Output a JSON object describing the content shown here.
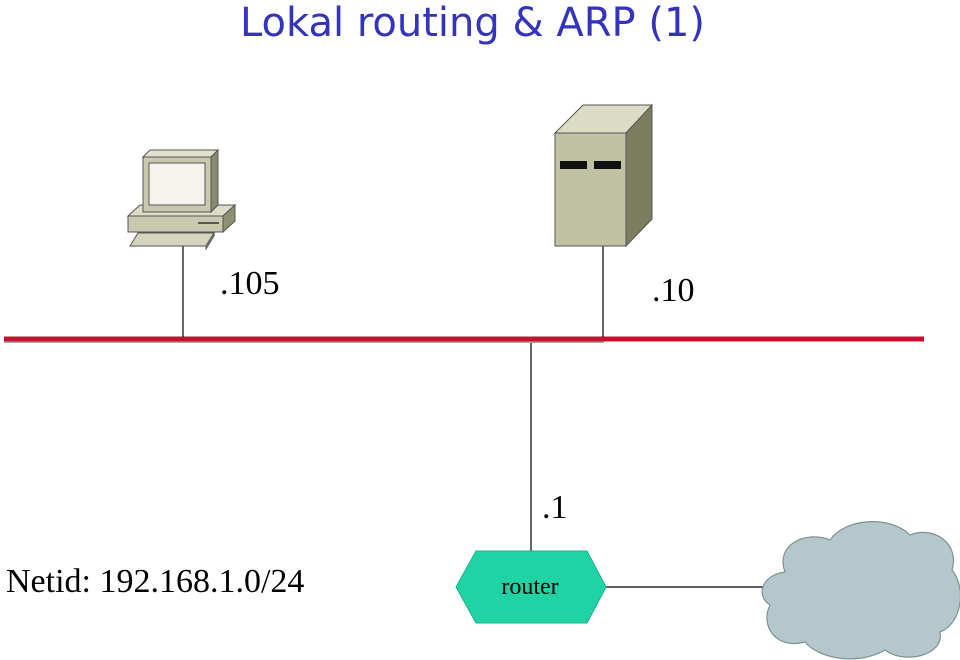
{
  "slide": {
    "title": "Lokal routing & ARP (1)"
  },
  "network": {
    "netid_label": "Netid: 192.168.1.0/24",
    "bus_color": "#c8102e"
  },
  "nodes": {
    "workstation": {
      "address": ".105",
      "icon": "desktop-computer-icon"
    },
    "server": {
      "address": ".10",
      "icon": "server-tower-icon"
    },
    "router": {
      "address": ".1",
      "label": "router",
      "color": "#1fd3a5",
      "icon": "router-hexagon-icon"
    },
    "cloud": {
      "icon": "cloud-icon",
      "color": "#b4c8cc"
    }
  }
}
